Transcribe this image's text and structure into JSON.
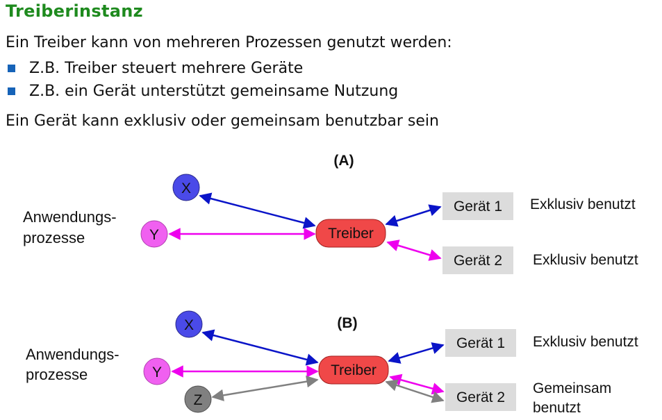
{
  "page": {
    "title": "Treiberinstanz",
    "intro": "Ein Treiber kann von mehreren Prozessen genutzt werden:",
    "bullets": [
      "Z.B. Treiber steuert mehrere Geräte",
      "Z.B. ein Gerät unterstützt gemeinsame Nutzung"
    ],
    "summary": "Ein Gerät kann exklusiv oder gemeinsam benutzbar sein"
  },
  "colors": {
    "title": "#1e8a1e",
    "bullet": "#1663b8",
    "process_x": "#4a4ae8",
    "process_y": "#f060f0",
    "process_z": "#808080",
    "driver": "#f04848",
    "device": "#dcdcdc",
    "arrow_blue": "#0a14c8",
    "arrow_magenta": "#ee00ee",
    "arrow_gray": "#808080"
  },
  "diagrams": {
    "a": {
      "label": "(A)",
      "processes_label_line1": "Anwendungs-",
      "processes_label_line2": "prozesse",
      "process_x": "X",
      "process_y": "Y",
      "driver": "Treiber",
      "device1": "Gerät 1",
      "device2": "Gerät 2",
      "status1": "Exklusiv benutzt",
      "status2": "Exklusiv benutzt"
    },
    "b": {
      "label": "(B)",
      "processes_label_line1": "Anwendungs-",
      "processes_label_line2": "prozesse",
      "process_x": "X",
      "process_y": "Y",
      "process_z": "Z",
      "driver": "Treiber",
      "device1": "Gerät 1",
      "device2": "Gerät 2",
      "status1": "Exklusiv benutzt",
      "status2_line1": "Gemeinsam",
      "status2_line2": "benutzt"
    }
  }
}
